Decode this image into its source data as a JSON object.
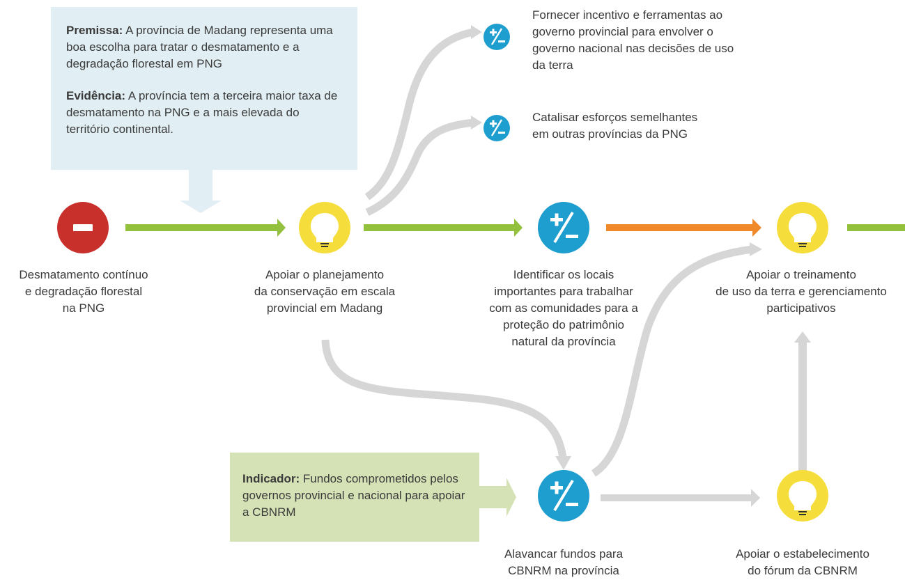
{
  "colors": {
    "threat_red": "#c8302c",
    "strategy_blue": "#1d9ecf",
    "outcome_yellow": "#f5dd3b",
    "arrow_green": "#93c13e",
    "arrow_orange": "#f0892a",
    "arrow_gray": "#d6d6d6",
    "premise_bg": "#e1eef3",
    "indicator_bg": "#d5e2b6"
  },
  "premise_box": {
    "premise_label": "Premissa:",
    "premise_text": "A província de Madang representa uma boa escolha para tratar o desmatamento e a degradação florestal em PNG",
    "evidence_label": "Evidência:",
    "evidence_text": "A província tem a terceira maior taxa de desmatamento na PNG e a mais elevada do território continental."
  },
  "indicator_box": {
    "label": "Indicador:",
    "text": "Fundos comprometidos pelos governos provincial e nacional para apoiar a CBNRM"
  },
  "nodes": {
    "threat": {
      "icon": "minus-icon",
      "label": [
        "Desmatamento contínuo",
        "e degradação florestal",
        "na PNG"
      ]
    },
    "outcome_planning": {
      "icon": "lightbulb-icon",
      "label": [
        "Apoiar o planejamento",
        "da conservação em escala",
        "provincial em Madang"
      ]
    },
    "strategy_identify": {
      "icon": "plus-minus-icon",
      "label": [
        "Identificar os locais",
        "importantes para trabalhar",
        "com as comunidades para a",
        "proteção do patrimônio",
        "natural da província"
      ]
    },
    "outcome_training": {
      "icon": "lightbulb-icon",
      "label": [
        "Apoiar o treinamento",
        "de uso da terra e gerenciamento",
        "participativos"
      ]
    },
    "strategy_incentive": {
      "icon": "plus-minus-icon",
      "label": [
        "Fornecer incentivo e ferramentas ao",
        "governo provincial para envolver o",
        "governo nacional nas decisões de uso",
        "da terra"
      ]
    },
    "strategy_catalyse": {
      "icon": "plus-minus-icon",
      "label": [
        "Catalisar esforços semelhantes",
        "em outras províncias da PNG"
      ]
    },
    "strategy_funds": {
      "icon": "plus-minus-icon",
      "label": [
        "Alavancar fundos para",
        "CBNRM na província"
      ]
    },
    "outcome_forum": {
      "icon": "lightbulb-icon",
      "label": [
        "Apoiar o estabelecimento",
        "do fórum da CBNRM"
      ]
    }
  }
}
